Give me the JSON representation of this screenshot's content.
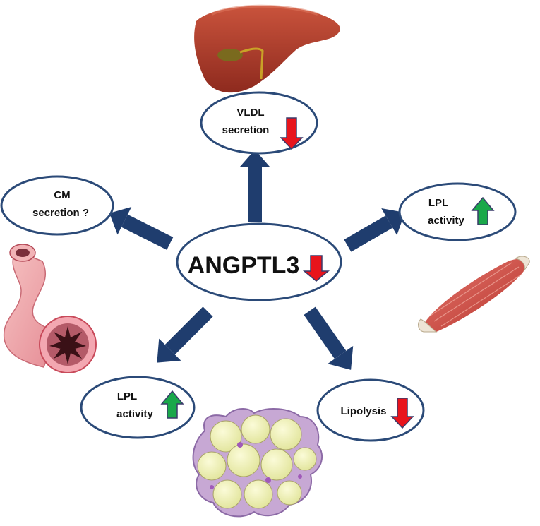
{
  "center": {
    "label": "ANGPTL3",
    "indicator": "down",
    "indicator_color": "#e8141c"
  },
  "nodes": {
    "liver": {
      "line1": "VLDL",
      "line2": "secretion",
      "indicator": "down",
      "indicator_color": "#e8141c",
      "organ_icon": "liver-icon"
    },
    "intestine": {
      "line1": "CM",
      "line2": "secretion ?",
      "organ_icon": "intestine-icon"
    },
    "muscle": {
      "line1": "LPL",
      "line2": "activity",
      "indicator": "up",
      "indicator_color": "#1aa84a",
      "organ_icon": "muscle-icon"
    },
    "adipose_lpl": {
      "line1": "LPL",
      "line2": "activity",
      "indicator": "up",
      "indicator_color": "#1aa84a",
      "organ_icon": "adipose-tissue-icon"
    },
    "adipose_lipolysis": {
      "line1": "Lipolysis",
      "indicator": "down",
      "indicator_color": "#e8141c"
    }
  },
  "colors": {
    "connector": "#1f3d6e",
    "ellipse_border": "#2b4a78",
    "down_arrow": "#e8141c",
    "up_arrow": "#1aa84a"
  }
}
